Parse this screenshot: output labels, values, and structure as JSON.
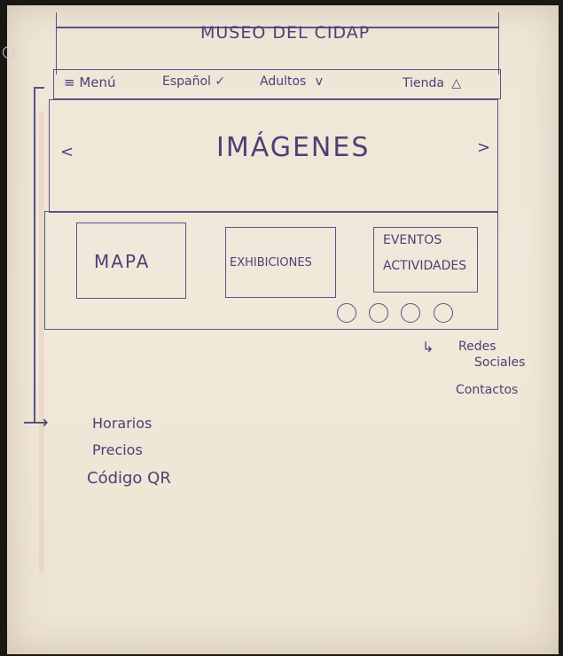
{
  "header": {
    "title": "MUSEO DEL CIDAP"
  },
  "navbar": {
    "menu_label": "Menú",
    "language_label": "Español",
    "audience_label": "Adultos",
    "shop_label": "Tienda"
  },
  "carousel": {
    "label": "IMÁGENES",
    "prev": "<",
    "next": ">"
  },
  "cards": [
    {
      "label": "MAPA"
    },
    {
      "label": "EXHIBICIONES"
    },
    {
      "label_line1": "EVENTOS",
      "label_line2": "ACTIVIDADES"
    }
  ],
  "social_note": {
    "line1": "Redes",
    "line2": "Sociales",
    "line3": "Contactos"
  },
  "menu_note": {
    "line1": "Horarios",
    "line2": "Precios",
    "line3": "Código QR"
  }
}
